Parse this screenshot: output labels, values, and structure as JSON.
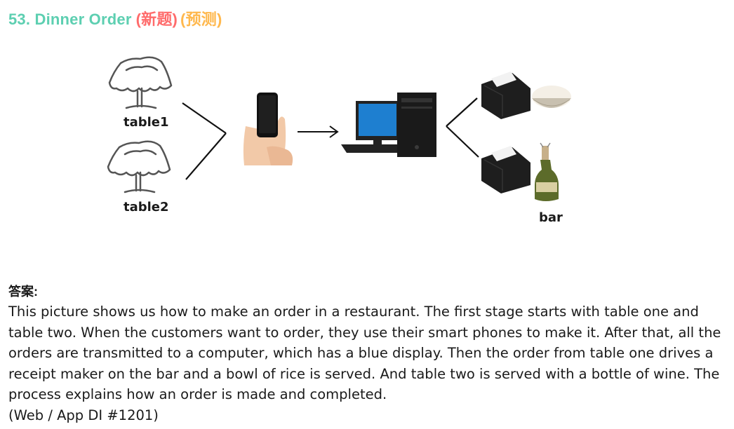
{
  "title": {
    "main": "53. Dinner Order",
    "tag_new": "(新题)",
    "tag_predict": "(预测)"
  },
  "diagram": {
    "labels": {
      "table1": "table1",
      "table2": "table2",
      "bar": "bar"
    }
  },
  "answer": {
    "heading": "答案:",
    "body": "This picture shows us how to make an order in a restaurant. The first stage starts with table one and table two. When the customers want to order, they use their smart phones to make it. After that, all the orders are transmitted to a computer, which has a blue display. Then the order from table one drives a receipt maker on the bar and a bowl of rice is served. And table two is served with a bottle of wine. The process explains how an order is made and completed.",
    "source": "(Web / App DI #1201)"
  }
}
